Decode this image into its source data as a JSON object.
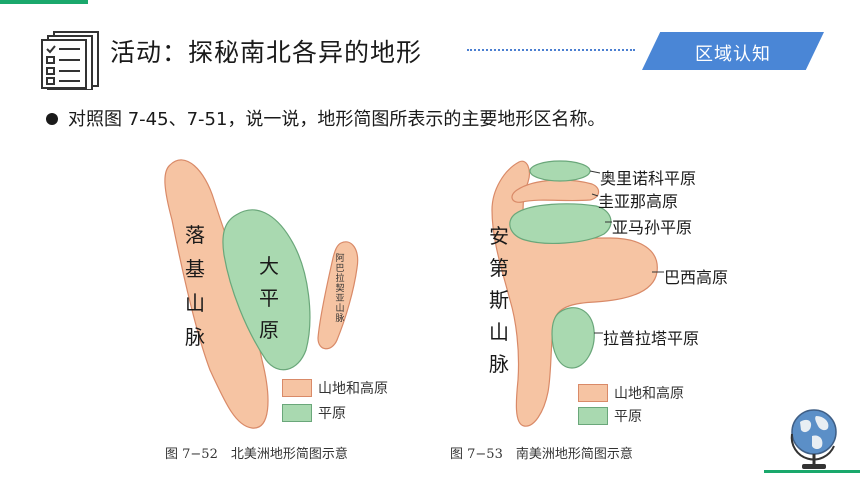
{
  "header": {
    "title": "活动：探秘南北各异的地形",
    "badge": "区域认知"
  },
  "instruction": "对照图 7-45、7-51，说一说，地形简图所表示的主要地形区名称。",
  "north_america": {
    "rockies": [
      "落",
      "基",
      "山",
      "脉"
    ],
    "plains": [
      "大",
      "平",
      "原"
    ],
    "appalachians": [
      "阿",
      "巴",
      "拉",
      "契",
      "亚",
      "山",
      "脉"
    ],
    "legend": {
      "highland": "山地和高原",
      "plain": "平原"
    },
    "caption": "图 7−52　北美洲地形简图示意"
  },
  "south_america": {
    "andes": [
      "安",
      "第",
      "斯",
      "山",
      "脉"
    ],
    "labels": {
      "orinoco": "奥里诺科平原",
      "guiana": "圭亚那高原",
      "amazon": "亚马孙平原",
      "brazil": "巴西高原",
      "laplata": "拉普拉塔平原"
    },
    "legend": {
      "highland": "山地和高原",
      "plain": "平原"
    },
    "caption": "图 7−53　南美洲地形简图示意"
  },
  "colors": {
    "highland": "#f6c4a3",
    "highland_stroke": "#d98a68",
    "plain": "#a9d9b0",
    "plain_stroke": "#6aa77a",
    "badge": "#4a86d6",
    "accent": "#1aa86c"
  }
}
